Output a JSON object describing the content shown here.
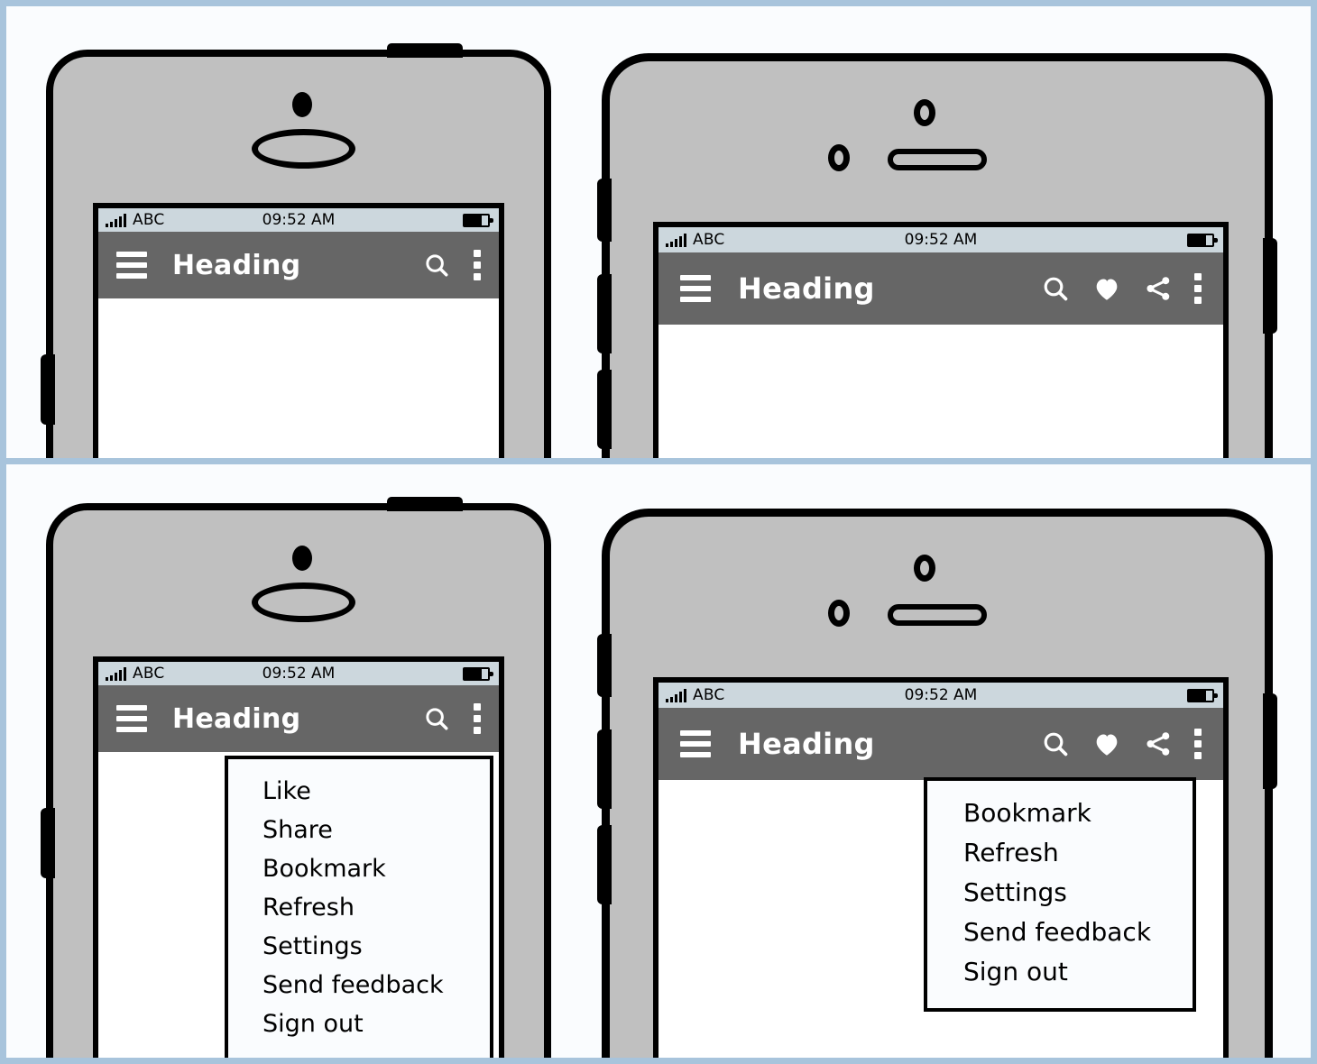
{
  "page": {
    "border_color": "#a8c4dc",
    "background": "#fafcfe",
    "toolbar_color": "#666666",
    "statusbar_color": "#ccd7dd",
    "phone_body_color": "#c0c0c0",
    "outline_color": "#000000"
  },
  "status_bar": {
    "carrier": "ABC",
    "time": "09:52 AM",
    "signal_icon": "signal-bars-icon",
    "battery_icon": "battery-icon"
  },
  "panels": [
    {
      "id": "top-left",
      "phone_style": "narrow",
      "app": {
        "menu_icon": "hamburger-icon",
        "title": "Heading",
        "actions": [
          {
            "name": "search-icon",
            "label": "Search"
          },
          {
            "name": "overflow-menu-icon",
            "label": "More options"
          }
        ]
      },
      "dropdown": null
    },
    {
      "id": "top-right",
      "phone_style": "wide",
      "app": {
        "menu_icon": "hamburger-icon",
        "title": "Heading",
        "actions": [
          {
            "name": "search-icon",
            "label": "Search"
          },
          {
            "name": "heart-icon",
            "label": "Like"
          },
          {
            "name": "share-icon",
            "label": "Share"
          },
          {
            "name": "overflow-menu-icon",
            "label": "More options"
          }
        ]
      },
      "dropdown": null
    },
    {
      "id": "bottom-left",
      "phone_style": "narrow",
      "app": {
        "menu_icon": "hamburger-icon",
        "title": "Heading",
        "actions": [
          {
            "name": "search-icon",
            "label": "Search"
          },
          {
            "name": "overflow-menu-icon",
            "label": "More options"
          }
        ]
      },
      "dropdown": {
        "items": [
          "Like",
          "Share",
          "Bookmark",
          "Refresh",
          "Settings",
          "Send feedback",
          "Sign out"
        ]
      }
    },
    {
      "id": "bottom-right",
      "phone_style": "wide",
      "app": {
        "menu_icon": "hamburger-icon",
        "title": "Heading",
        "actions": [
          {
            "name": "search-icon",
            "label": "Search"
          },
          {
            "name": "heart-icon",
            "label": "Like"
          },
          {
            "name": "share-icon",
            "label": "Share"
          },
          {
            "name": "overflow-menu-icon",
            "label": "More options"
          }
        ]
      },
      "dropdown": {
        "items": [
          "Bookmark",
          "Refresh",
          "Settings",
          "Send feedback",
          "Sign out"
        ]
      }
    }
  ]
}
